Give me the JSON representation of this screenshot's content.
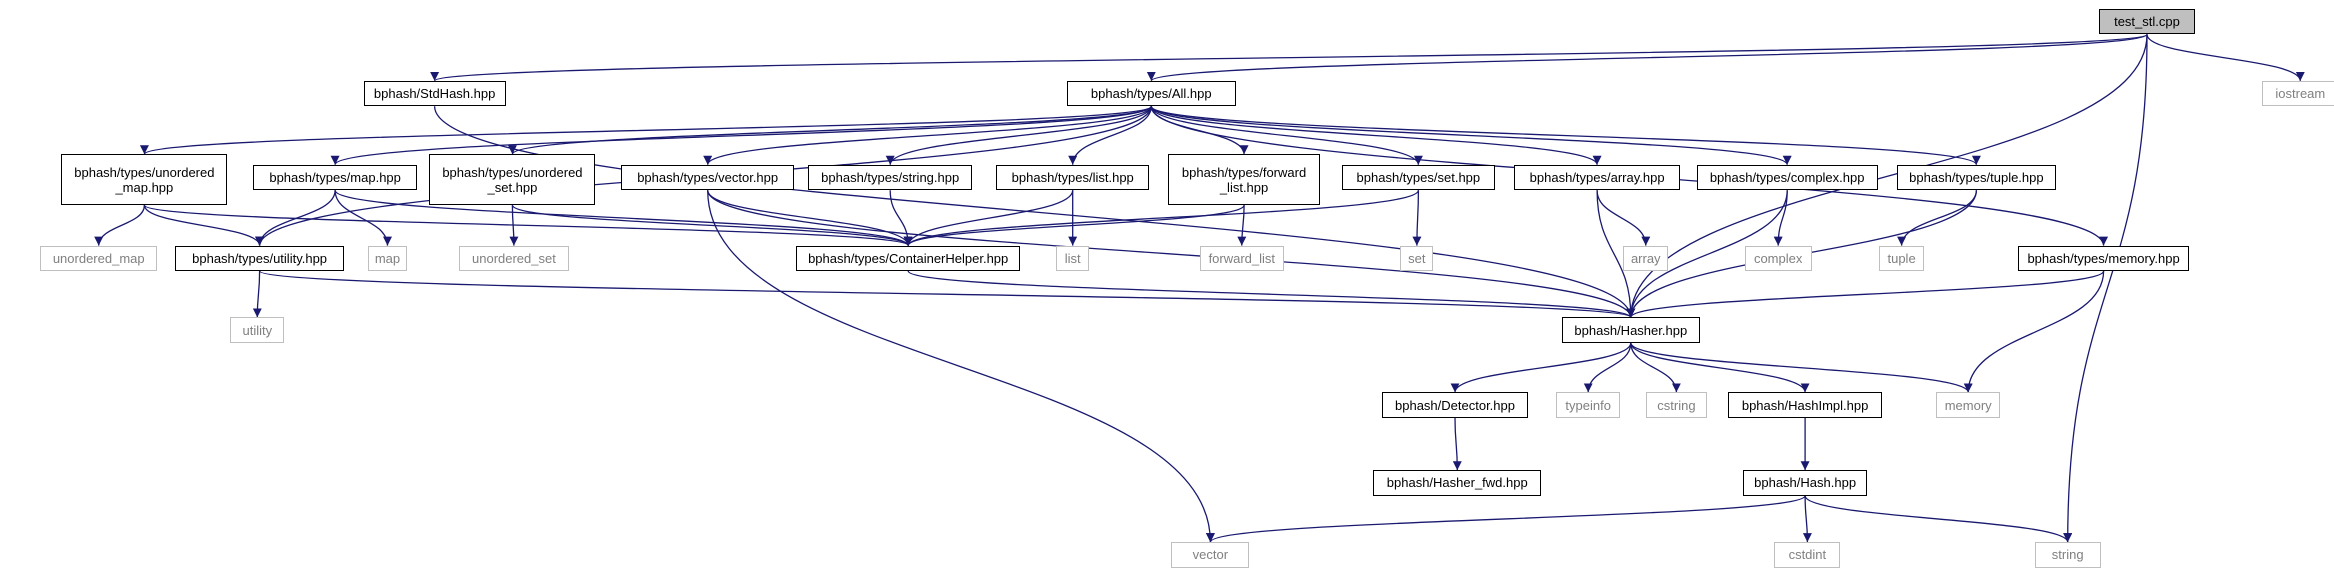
{
  "colors": {
    "edge": "#191970",
    "border": "#000000",
    "system_border": "#bfbfbf",
    "system_text": "#808080",
    "root_fill": "#bfbfbf"
  },
  "nodes": {
    "test_stl": {
      "label": "test_stl.cpp"
    },
    "stdhash": {
      "label": "bphash/StdHash.hpp"
    },
    "all": {
      "label": "bphash/types/All.hpp"
    },
    "iostream": {
      "label": "iostream"
    },
    "unordered_map_hpp": {
      "line1": "bphash/types/unordered",
      "line2": "_map.hpp"
    },
    "map_hpp": {
      "label": "bphash/types/map.hpp"
    },
    "unordered_set_hpp": {
      "line1": "bphash/types/unordered",
      "line2": "_set.hpp"
    },
    "vector_hpp": {
      "label": "bphash/types/vector.hpp"
    },
    "string_hpp": {
      "label": "bphash/types/string.hpp"
    },
    "list_hpp": {
      "label": "bphash/types/list.hpp"
    },
    "forward_list_hpp": {
      "line1": "bphash/types/forward",
      "line2": "_list.hpp"
    },
    "set_hpp": {
      "label": "bphash/types/set.hpp"
    },
    "array_hpp": {
      "label": "bphash/types/array.hpp"
    },
    "complex_hpp": {
      "label": "bphash/types/complex.hpp"
    },
    "tuple_hpp": {
      "label": "bphash/types/tuple.hpp"
    },
    "unordered_map": {
      "label": "unordered_map"
    },
    "utility_hpp": {
      "label": "bphash/types/utility.hpp"
    },
    "map": {
      "label": "map"
    },
    "unordered_set": {
      "label": "unordered_set"
    },
    "containerhelper": {
      "label": "bphash/types/ContainerHelper.hpp"
    },
    "list": {
      "label": "list"
    },
    "forward_list": {
      "label": "forward_list"
    },
    "set": {
      "label": "set"
    },
    "array": {
      "label": "array"
    },
    "complex": {
      "label": "complex"
    },
    "tuple": {
      "label": "tuple"
    },
    "memory_hpp": {
      "label": "bphash/types/memory.hpp"
    },
    "utility": {
      "label": "utility"
    },
    "hasher": {
      "label": "bphash/Hasher.hpp"
    },
    "detector": {
      "label": "bphash/Detector.hpp"
    },
    "typeinfo": {
      "label": "typeinfo"
    },
    "cstring": {
      "label": "cstring"
    },
    "hashimpl": {
      "label": "bphash/HashImpl.hpp"
    },
    "memory": {
      "label": "memory"
    },
    "hasher_fwd": {
      "label": "bphash/Hasher_fwd.hpp"
    },
    "hash": {
      "label": "bphash/Hash.hpp"
    },
    "vector": {
      "label": "vector"
    },
    "cstdint": {
      "label": "cstdint"
    },
    "string": {
      "label": "string"
    }
  },
  "edges": [
    [
      "test_stl",
      "stdhash"
    ],
    [
      "test_stl",
      "all"
    ],
    [
      "test_stl",
      "iostream"
    ],
    [
      "test_stl",
      "hasher"
    ],
    [
      "test_stl",
      "string"
    ],
    [
      "stdhash",
      "hasher"
    ],
    [
      "all",
      "unordered_map_hpp"
    ],
    [
      "all",
      "utility_hpp"
    ],
    [
      "all",
      "map_hpp"
    ],
    [
      "all",
      "unordered_set_hpp"
    ],
    [
      "all",
      "vector_hpp"
    ],
    [
      "all",
      "string_hpp"
    ],
    [
      "all",
      "list_hpp"
    ],
    [
      "all",
      "forward_list_hpp"
    ],
    [
      "all",
      "set_hpp"
    ],
    [
      "all",
      "array_hpp"
    ],
    [
      "all",
      "complex_hpp"
    ],
    [
      "all",
      "tuple_hpp"
    ],
    [
      "all",
      "memory_hpp"
    ],
    [
      "unordered_map_hpp",
      "unordered_map"
    ],
    [
      "unordered_map_hpp",
      "utility_hpp"
    ],
    [
      "unordered_map_hpp",
      "containerhelper"
    ],
    [
      "map_hpp",
      "utility_hpp"
    ],
    [
      "map_hpp",
      "map"
    ],
    [
      "map_hpp",
      "containerhelper"
    ],
    [
      "unordered_set_hpp",
      "unordered_set"
    ],
    [
      "unordered_set_hpp",
      "containerhelper"
    ],
    [
      "vector_hpp",
      "containerhelper"
    ],
    [
      "vector_hpp",
      "hasher"
    ],
    [
      "vector_hpp",
      "vector"
    ],
    [
      "string_hpp",
      "containerhelper"
    ],
    [
      "list_hpp",
      "containerhelper"
    ],
    [
      "list_hpp",
      "list"
    ],
    [
      "forward_list_hpp",
      "containerhelper"
    ],
    [
      "forward_list_hpp",
      "forward_list"
    ],
    [
      "set_hpp",
      "containerhelper"
    ],
    [
      "set_hpp",
      "set"
    ],
    [
      "array_hpp",
      "array"
    ],
    [
      "array_hpp",
      "hasher"
    ],
    [
      "complex_hpp",
      "complex"
    ],
    [
      "complex_hpp",
      "hasher"
    ],
    [
      "tuple_hpp",
      "tuple"
    ],
    [
      "tuple_hpp",
      "hasher"
    ],
    [
      "memory_hpp",
      "hasher"
    ],
    [
      "memory_hpp",
      "memory"
    ],
    [
      "utility_hpp",
      "utility"
    ],
    [
      "utility_hpp",
      "hasher"
    ],
    [
      "containerhelper",
      "hasher"
    ],
    [
      "hasher",
      "detector"
    ],
    [
      "hasher",
      "typeinfo"
    ],
    [
      "hasher",
      "cstring"
    ],
    [
      "hasher",
      "hashimpl"
    ],
    [
      "hasher",
      "memory"
    ],
    [
      "detector",
      "hasher_fwd"
    ],
    [
      "hashimpl",
      "hash"
    ],
    [
      "hash",
      "vector"
    ],
    [
      "hash",
      "cstdint"
    ],
    [
      "hash",
      "string"
    ]
  ]
}
